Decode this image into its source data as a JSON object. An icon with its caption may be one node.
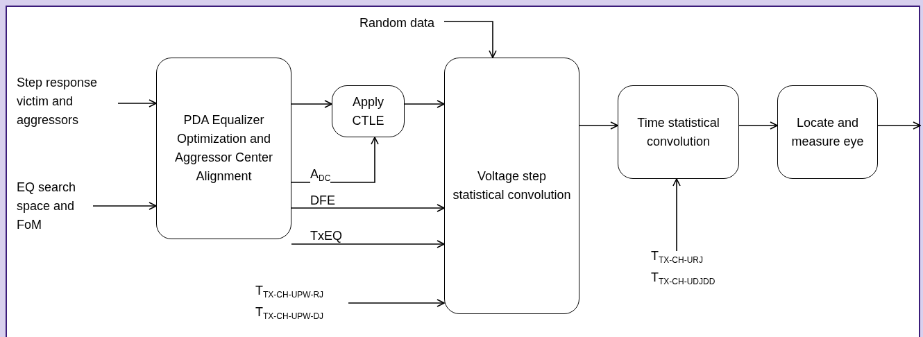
{
  "diagram": {
    "nodes": [
      {
        "text": [
          "Step response victim and aggressors"
        ]
      },
      {
        "text": [
          "EQ search space and FoM"
        ]
      },
      {
        "text": [
          "PDA Equalizer Optimization and Aggressor Center Alignment"
        ]
      },
      {
        "text": [
          "Apply CTLE"
        ]
      },
      {
        "text": [
          "Random data"
        ]
      },
      {
        "text": [
          "Voltage step statistical convolution"
        ]
      },
      {
        "text": [
          "T$_{TX-CH-UPW-RJ}$",
          "T$_{TX-CH-UPW-DJ}$"
        ]
      },
      {
        "text": [
          "Time statistical convolution"
        ]
      },
      {
        "text": [
          "T$_{TX-CH-URJ}$",
          "T$_{TX-CH-UDJDD}$"
        ]
      },
      {
        "text": [
          "Locate and measure eye"
        ]
      }
    ],
    "edges": [
      {
        "from": 0,
        "to": 2,
        "arrow": "to"
      },
      {
        "from": 1,
        "to": 2,
        "arrow": "to"
      },
      {
        "from": 2,
        "to": 3,
        "arrow": "to"
      },
      {
        "from": 3,
        "to": 5,
        "arrow": "to"
      },
      {
        "from": 4,
        "to": 5,
        "arrow": "to"
      },
      {
        "from": 2,
        "to": 3,
        "arrow": "to",
        "label": "A$_{DC}$"
      },
      {
        "from": 2,
        "to": 5,
        "arrow": "to",
        "label": "DFE"
      },
      {
        "from": 2,
        "to": 5,
        "arrow": "to",
        "label": "TxEQ"
      },
      {
        "from": 6,
        "to": 5,
        "arrow": "to"
      },
      {
        "from": 5,
        "to": 7,
        "arrow": "to"
      },
      {
        "from": 8,
        "to": 7,
        "arrow": "to"
      },
      {
        "from": 7,
        "to": 9,
        "arrow": "to"
      },
      {
        "from": 9,
        "to": null,
        "arrow": "to"
      }
    ]
  }
}
